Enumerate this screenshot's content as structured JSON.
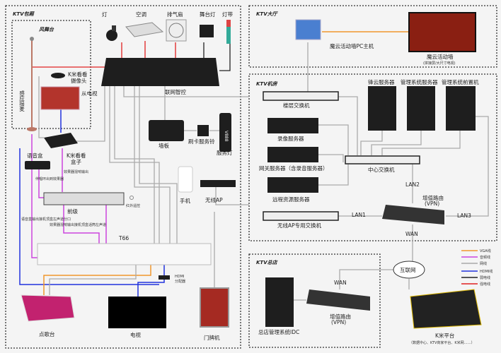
{
  "zones": {
    "room": "KTV包厢",
    "stage": "风舞台",
    "hall": "KTV大厅",
    "machine_room": "KTV机房",
    "hq": "KTV总店"
  },
  "room": {
    "light": "灯",
    "ac": "空调",
    "fan": "排气扇",
    "stage_light": "舞台灯",
    "led_strip": "灯带",
    "controller": "联网智控",
    "camera_l1": "K米看看",
    "camera_l2": "摄像头",
    "sub_tv": "从电视",
    "mic": "感应摇麦",
    "kbox_l1": "K米看看",
    "kbox_l2": "盒子",
    "voice_box": "语音盒",
    "preamp": "前级",
    "ir": "红外遥控",
    "note_fx_out": "效果器混响输出",
    "note_voice": "伴唱环出到效果器",
    "note_voice_out": "语音盒输出接机顶盒左声道分口",
    "note_fx_mix": "效果器混响输出接机顶盒话筒左声道",
    "stb": "T66",
    "hdmi_splitter_l1": "HDMI",
    "hdmi_splitter_l2": "分配器",
    "song_console": "点歌台",
    "tv": "电视",
    "door_screen": "门牌机",
    "wall_panel": "墙板",
    "card_bell": "刷卡服务铃",
    "service_light": "服务灯",
    "service_light_text": "V888",
    "phone": "手机",
    "wireless_ap": "无线AP"
  },
  "hall": {
    "pc": "魔云活动墙PC主机",
    "wall": "魔云活动墙",
    "wall_sub": "(拼接屏/大尺寸电视)"
  },
  "machine_room": {
    "floor_switch": "楼层交换机",
    "server1": "锋云服务器",
    "server2": "管理系统服务器",
    "server3": "管理系统前置机",
    "record_server": "录像服务器",
    "gateway_server": "网关服务器（含录音服务器）",
    "core_switch": "中心交换机",
    "remote_server": "远程资源服务器",
    "ap_switch": "无线AP专用交换机",
    "lan1": "LAN1",
    "lan2": "LAN2",
    "lan3": "LAN3",
    "wan": "WAN",
    "router_l1": "增值路由",
    "router_l2": "(VPN)"
  },
  "hq": {
    "idc": "总店管理系统IDC",
    "wan": "WAN",
    "router_l1": "增值路由",
    "router_l2": "(VPN)"
  },
  "internet": "互联网",
  "platform": {
    "title": "K米平台",
    "sub": "（数据中心、KTV商家平台、K米网……）"
  },
  "legend": [
    {
      "label": "VGA线",
      "color": "#f0962c"
    },
    {
      "label": "音频线",
      "color": "#cc44dd"
    },
    {
      "label": "网线",
      "color": "#aaaaaa"
    },
    {
      "label": "HDMI线",
      "color": "#2233dd"
    },
    {
      "label": "弱电线",
      "color": "#222222"
    },
    {
      "label": "强电线",
      "color": "#e02020"
    }
  ]
}
